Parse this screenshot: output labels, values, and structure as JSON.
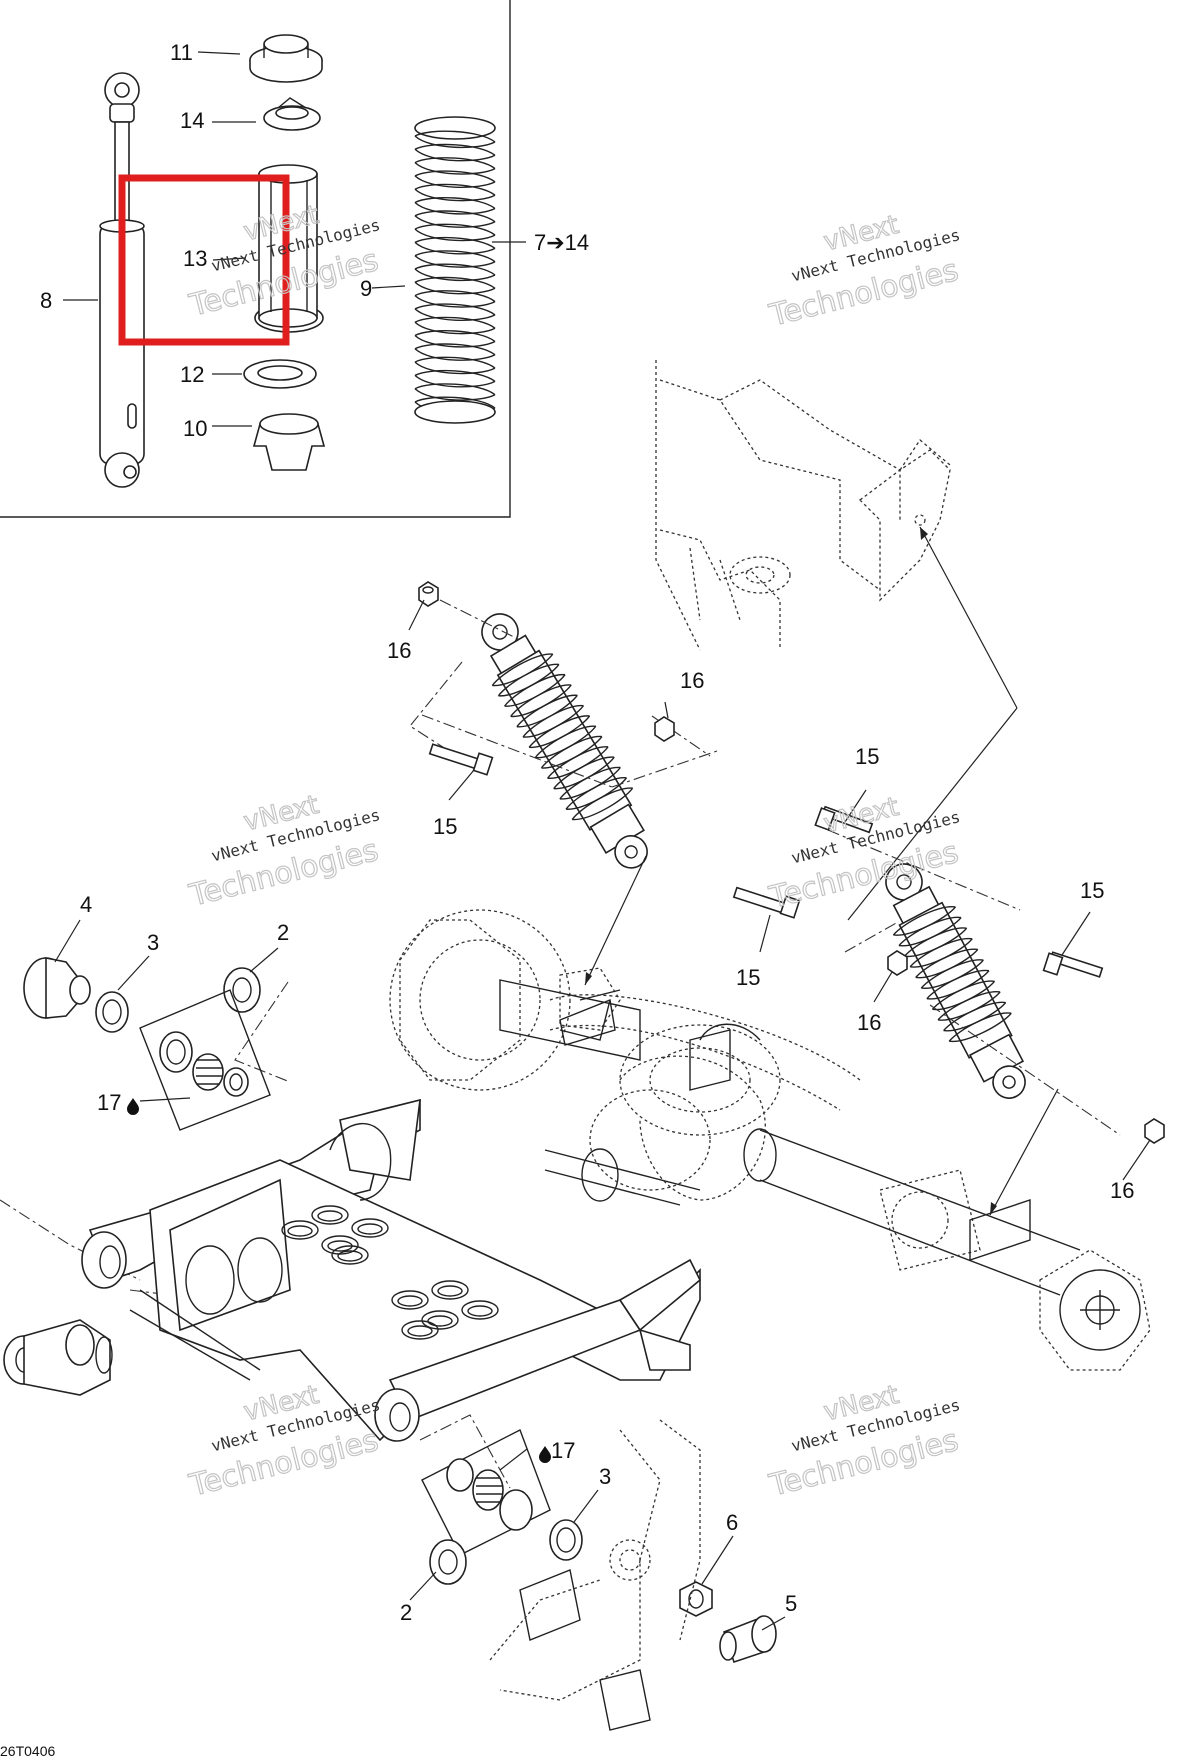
{
  "diagram": {
    "drawing_code": "26T0406",
    "highlight_color": "#e01e1e",
    "callouts": {
      "c11": "11",
      "c14": "14",
      "c13": "13",
      "c8": "8",
      "c9": "9",
      "c7_14": "7➔14",
      "c12": "12",
      "c10": "10",
      "c16a": "16",
      "c16b": "16",
      "c15a": "15",
      "c15b": "15",
      "c15c": "15",
      "c15d": "15",
      "c16c": "16",
      "c16d": "16",
      "c4": "4",
      "c3a": "3",
      "c2a": "2",
      "c17a": "17",
      "c17b": "17",
      "c3b": "3",
      "c6": "6",
      "c5": "5",
      "c2b": "2"
    },
    "watermark": {
      "line1": "vNext",
      "line2": "vNext Technologies",
      "line3": "Technologies"
    }
  }
}
